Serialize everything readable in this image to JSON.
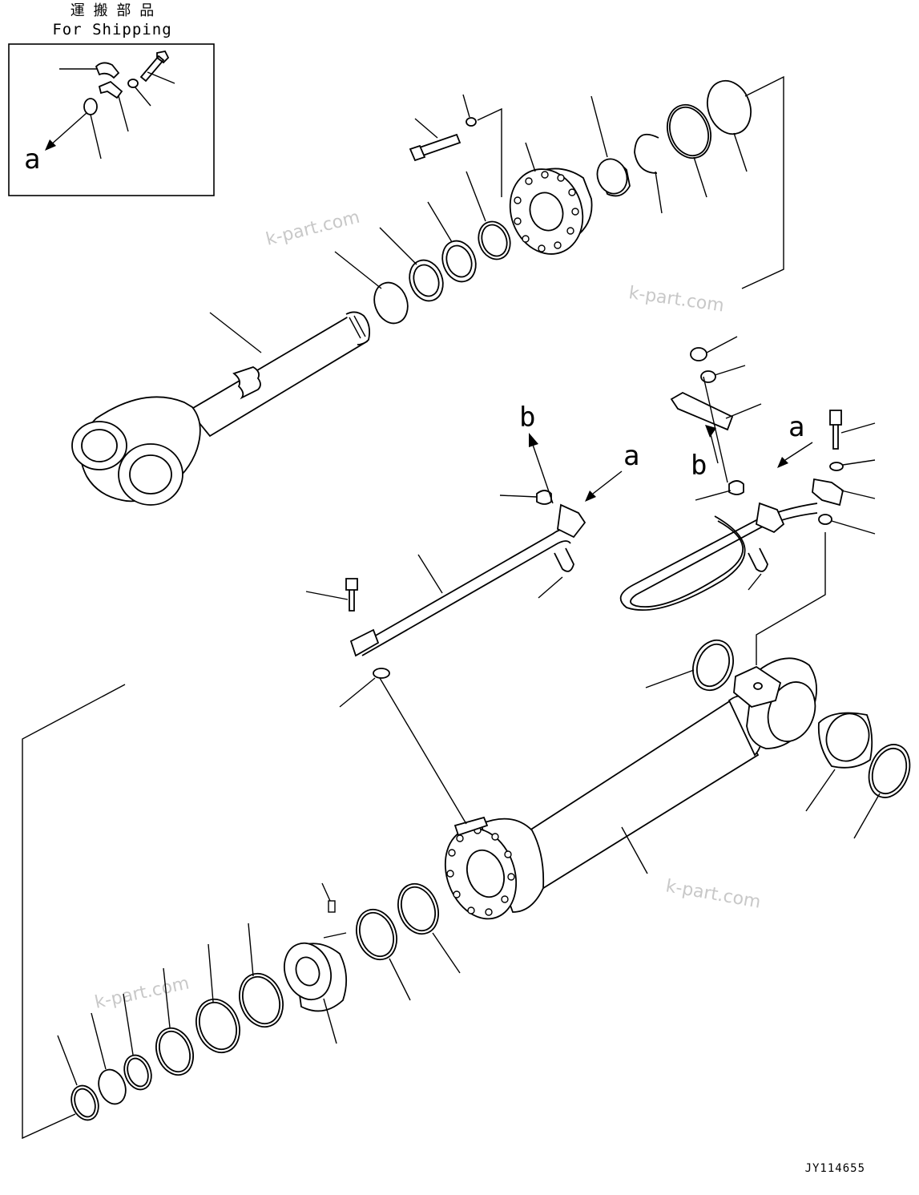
{
  "shipping": {
    "title_jp": "運 搬 部 品",
    "title_en": "For Shipping"
  },
  "callouts": {
    "a": "a",
    "b": "b"
  },
  "watermark": "k-part.com",
  "figure_id": "JY114655"
}
